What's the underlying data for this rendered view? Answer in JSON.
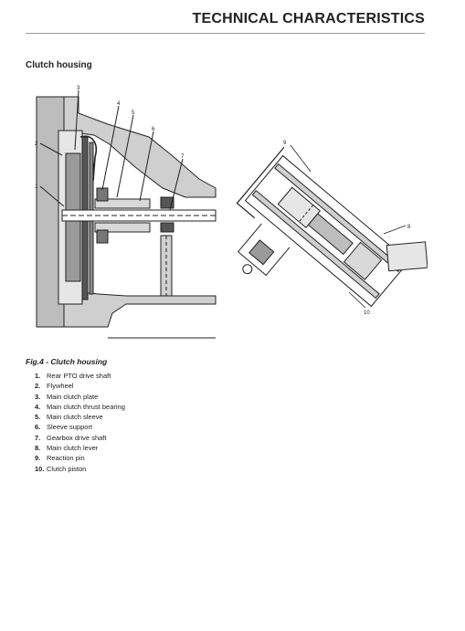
{
  "header": {
    "title": "TECHNICAL CHARACTERISTICS"
  },
  "section": {
    "title": "Clutch housing"
  },
  "figure": {
    "callouts": [
      "1",
      "2",
      "3",
      "4",
      "5",
      "6",
      "7",
      "8",
      "9",
      "10"
    ],
    "caption": "Fig.4 - Clutch housing"
  },
  "legend": [
    {
      "num": "1.",
      "label": "Rear PTO drive shaft"
    },
    {
      "num": "2.",
      "label": "Flywheel"
    },
    {
      "num": "3.",
      "label": "Main clutch plate"
    },
    {
      "num": "4.",
      "label": "Main clutch thrust bearing"
    },
    {
      "num": "5.",
      "label": "Main clutch sleeve"
    },
    {
      "num": "6.",
      "label": "Sleeve support"
    },
    {
      "num": "7.",
      "label": "Gearbox drive shaft"
    },
    {
      "num": "8.",
      "label": "Main clutch lever"
    },
    {
      "num": "9.",
      "label": "Reaction pin"
    },
    {
      "num": "10.",
      "label": "Clutch piston"
    }
  ]
}
